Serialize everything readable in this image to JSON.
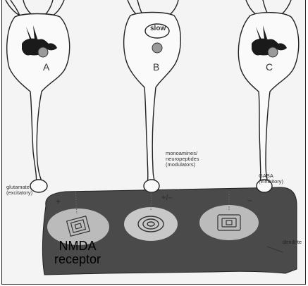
{
  "neurons": [
    {
      "letter": "A",
      "body_text": ""
    },
    {
      "letter": "B",
      "body_text": "slow"
    },
    {
      "letter": "C",
      "body_text": ""
    }
  ],
  "terminals": {
    "left": {
      "line1": "glutamate",
      "line2": "(excitatory)",
      "sign": "+"
    },
    "middle": {
      "line1": "monoamines/",
      "line2": "neuropeptides",
      "line3": "(modulators)",
      "sign": "+/–"
    },
    "right": {
      "line1": "GABA",
      "line2": "(inhibitory)",
      "sign": "–"
    }
  },
  "receptor_label": {
    "line1": "NMDA",
    "line2": "receptor"
  },
  "dendrite_label": "dendrite",
  "colors": {
    "dendrite": "#4a4a4a",
    "rabbit": "#1a1a1a",
    "outline": "#222222",
    "background": "#f4f4f4"
  }
}
